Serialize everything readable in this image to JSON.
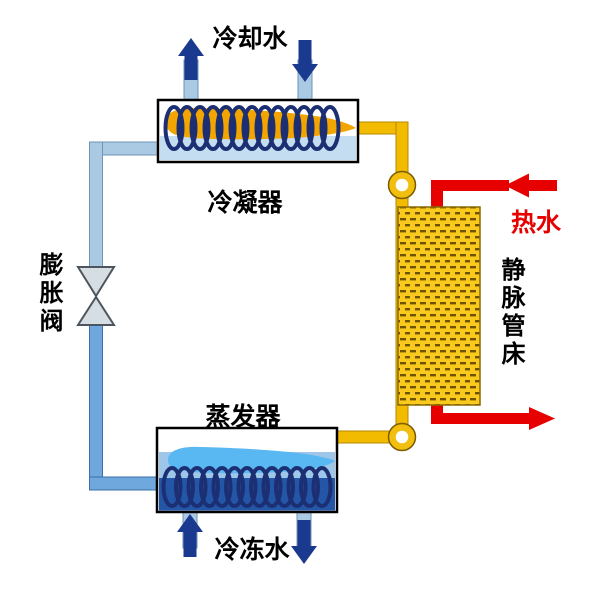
{
  "diagram": {
    "labels": {
      "cooling_water": "冷却水",
      "condenser": "冷凝器",
      "expansion_valve": "膨胀阀",
      "evaporator": "蒸发器",
      "chilled_water": "冷冻水",
      "hot_water": "热水",
      "vein_tube_bed": "静脉管床"
    },
    "colors": {
      "arrow_blue": "#1a3a8f",
      "pipe_pale_blue": "#aac9e3",
      "pipe_medium_blue": "#6fa8dc",
      "pipe_yellow": "#f2bb00",
      "pipe_red": "#e60000",
      "coil_navy": "#1c2f73",
      "condenser_water": "#c5ddf0",
      "condenser_fluid": "#f2a500",
      "evaporator_water_light": "#9ec6e8",
      "evaporator_water_deep": "#2456a8",
      "evaporator_fluid": "#59b8f2",
      "valve_gray": "#d6dde3",
      "pump_gold": "#f2bf0e",
      "bed_yellow": "#f9c91e",
      "bed_dash_brown": "#6e5300",
      "hot_water_text": "#e60000"
    }
  }
}
